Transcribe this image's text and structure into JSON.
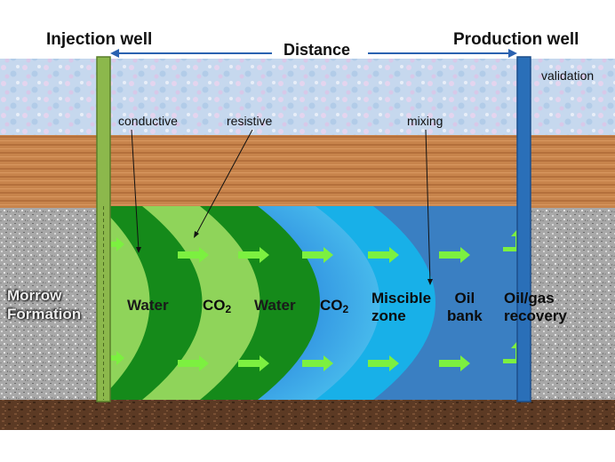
{
  "title_left": "Injection well",
  "title_right": "Production well",
  "distance_label": "Distance",
  "corner_label": "validation",
  "annotations": {
    "conductive": "conductive",
    "resistive": "resistive",
    "mixing": "mixing"
  },
  "formation": {
    "line1": "Morrow",
    "line2": "Formation"
  },
  "zones": {
    "water1": "Water",
    "co2_1": "CO",
    "co2_1_sub": "2",
    "water2": "Water",
    "co2_2": "CO",
    "co2_2_sub": "2",
    "miscible_line1": "Miscible",
    "miscible_line2": "zone",
    "oil_line1": "Oil",
    "oil_line2": "bank",
    "recovery_line1": "Oil/gas",
    "recovery_line2": "recovery"
  },
  "colors": {
    "water": "#8fd45a",
    "co2": "#158a1a",
    "miscible": "#3a8fe0",
    "oil_bank": "#18b0e8",
    "recovery": "#3a7fc2",
    "injection_well": "#8cb84c",
    "production_well": "#2a6fb8",
    "arrow": "#7cf040"
  }
}
